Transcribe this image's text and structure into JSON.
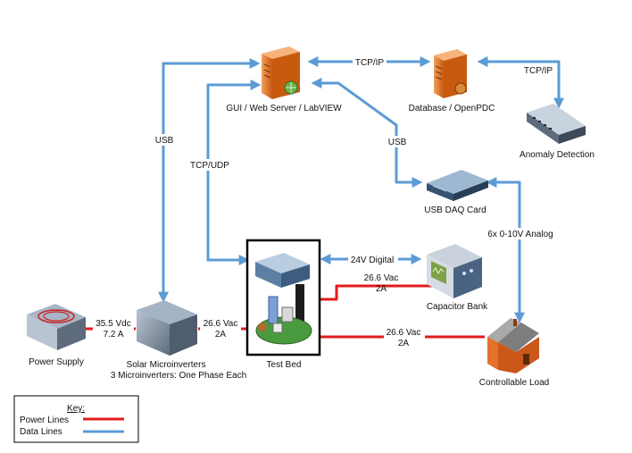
{
  "nodes": {
    "gui_server": "GUI / Web Server / LabVIEW",
    "database": "Database / OpenPDC",
    "anomaly": "Anomaly Detection",
    "usb_daq": "USB DAQ Card",
    "test_bed": "Test Bed",
    "capacitor": "Capacitor Bank",
    "load": "Controllable Load",
    "power_supply": "Power Supply",
    "microinverters_1": "Solar Microinverters",
    "microinverters_2": "3 Microinverters: One Phase Each"
  },
  "links": {
    "usb_left": "USB",
    "tcp_udp": "TCP/UDP",
    "tcp_ip_db": "TCP/IP",
    "tcp_ip_anomaly": "TCP/IP",
    "usb_daq": "USB",
    "analog": "6x 0-10V Analog",
    "digital": "24V Digital",
    "ps_v": "35.5 Vdc",
    "ps_a": "7.2 A",
    "mi_v": "26.6 Vac",
    "mi_a": "2A",
    "cap_v": "26.6 Vac",
    "cap_a": "2A",
    "load_v": "26.6 Vac",
    "load_a": "2A"
  },
  "key": {
    "title": "Key:",
    "power": "Power Lines",
    "data": "Data Lines"
  },
  "colors": {
    "data_line": "#5b9bd5",
    "power_line": "#e31a1c",
    "server_orange": "#e8741a"
  }
}
